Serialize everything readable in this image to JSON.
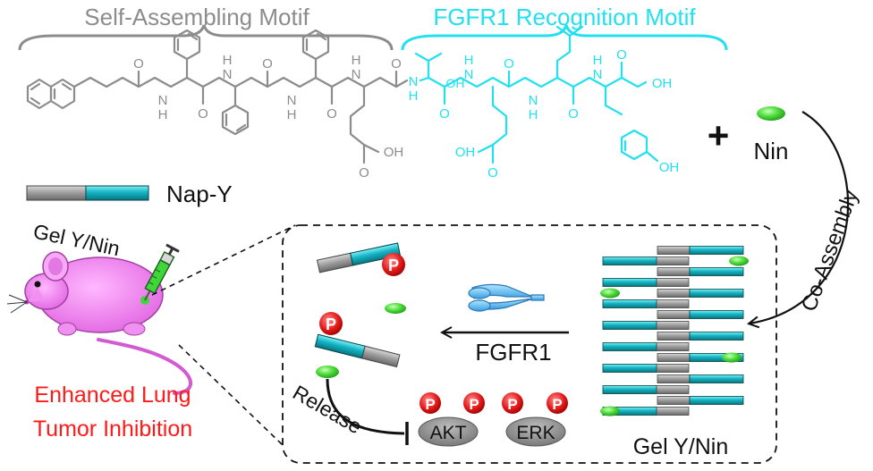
{
  "headers": {
    "left": "Self-Assembling Motif",
    "right": "FGFR1 Recognition Motif"
  },
  "molecule": {
    "atoms": {
      "h": "H",
      "n": "N",
      "o": "O",
      "oh": "OH"
    }
  },
  "labels": {
    "plus": "+",
    "nin": "Nin",
    "nap_y": "Nap-Y",
    "gel_mouse": "Gel Y/Nin",
    "co_assembly": "Co-Assembly",
    "fgfr1": "FGFR1",
    "release": "Release",
    "akt": "AKT",
    "erk": "ERK",
    "phospho": "P",
    "gel_bottom": "Gel Y/Nin",
    "outcome_line1": "Enhanced Lung",
    "outcome_line2": "Tumor Inhibition"
  },
  "colors": {
    "gray_motif": "#8c8c8c",
    "cyan_motif": "#22e0f0",
    "rod_gray": "#9a9a9a",
    "rod_teal": "#10b0c0",
    "nin_green": "#3fd63a",
    "phospho_red": "#e02020",
    "mouse_pink": "#f080f0",
    "outcome_red": "#ff1a1a",
    "kinase_gray": "#8a8a8a",
    "receptor_blue": "#5bc0f0"
  },
  "icons": {
    "receptor": "fgfr1-receptor-icon",
    "mouse": "mouse-icon",
    "syringe": "syringe-icon"
  }
}
